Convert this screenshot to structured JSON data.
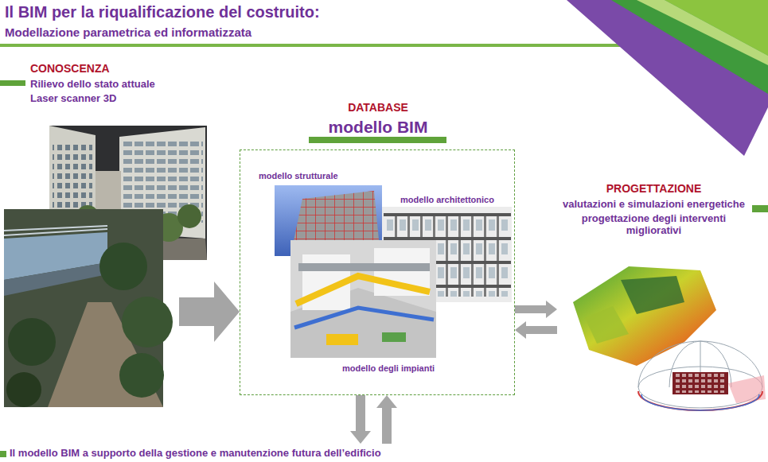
{
  "diagram": {
    "title": "Il BIM per la riqualificazione del costruito:",
    "nodes": [
      {
        "text": [
          "CONOSCENZA",
          "Rilievo dello stato attuale",
          "Laser scanner 3D"
        ]
      },
      {
        "text": [
          "DATABASE",
          "modello BIM"
        ]
      },
      {
        "text": [
          "modello strutturale"
        ],
        "in": 1
      },
      {
        "text": [
          "modello architettonico"
        ],
        "in": 1
      },
      {
        "text": [
          "modello degli impianti"
        ],
        "in": 1
      },
      {
        "text": [
          "PROGETTAZIONE",
          "valutazioni e simulazioni energetiche",
          "progettazione degli interventi migliorativi"
        ]
      },
      {
        "text": [
          "Il modello BIM a supporto della gestione e manutenzione futura dell’edificio"
        ]
      }
    ],
    "edges": [
      {
        "from": 0,
        "to": 1,
        "arrow": "to"
      },
      {
        "from": 1,
        "to": 5,
        "arrow": "to"
      },
      {
        "from": 5,
        "to": 1,
        "arrow": "to"
      },
      {
        "from": 1,
        "to": 6,
        "arrow": "to"
      },
      {
        "from": 6,
        "to": 1,
        "arrow": "to"
      }
    ],
    "labels": [
      "Modellazione parametrica ed informatizzata"
    ]
  }
}
